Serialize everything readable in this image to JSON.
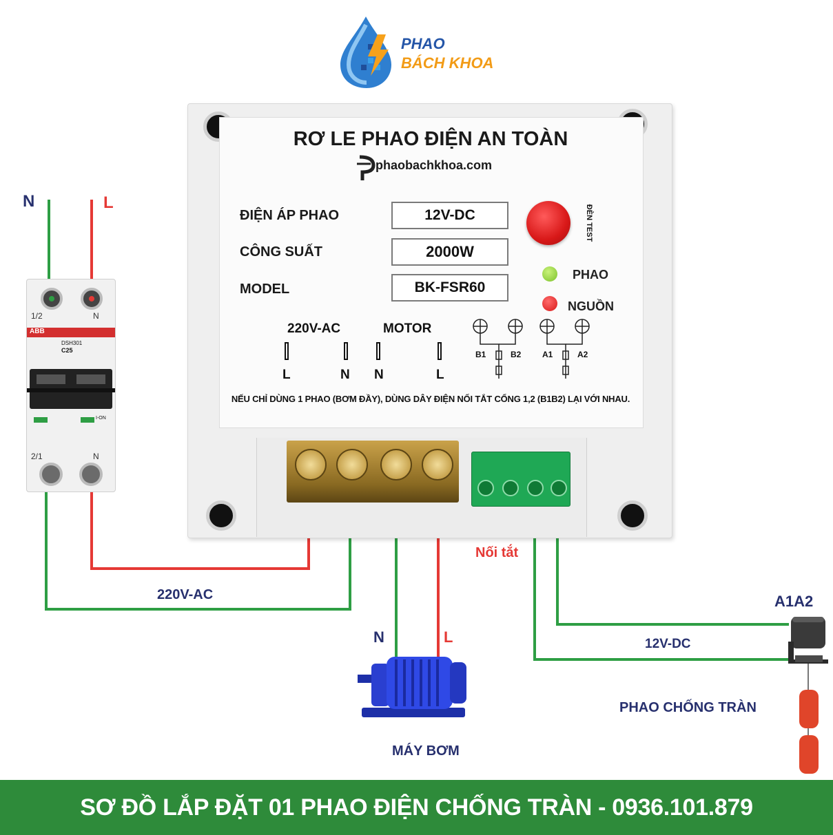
{
  "logo": {
    "line1": "PHAO",
    "line2": "BÁCH KHOA"
  },
  "relay": {
    "title": "RƠ LE PHAO ĐIỆN AN TOÀN",
    "website": "phaobachkhoa.com",
    "specs": [
      {
        "label": "ĐIỆN ÁP PHAO",
        "value": "12V-DC"
      },
      {
        "label": "CÔNG SUẤT",
        "value": "2000W"
      },
      {
        "label": "MODEL",
        "value": "BK-FSR60"
      }
    ],
    "test_label": "ĐÈN TEST",
    "led_phao": "PHAO",
    "led_nguon": "NGUỒN",
    "group_power": "220V-AC",
    "group_motor": "MOTOR",
    "terminals": [
      "L",
      "N",
      "N",
      "L"
    ],
    "float_terminals": [
      "B1",
      "B2",
      "A1",
      "A2"
    ],
    "note": "NẾU CHỈ DÙNG 1 PHAO (BƠM ĐẦY), DÙNG DÂY ĐIỆN NỐI TẮT CỔNG 1,2 (B1B2) LẠI VỚI NHAU."
  },
  "mains": {
    "n_label": "N",
    "l_label": "L"
  },
  "breaker": {
    "brand": "ABB",
    "top_left": "1/2",
    "top_right": "N",
    "bottom_left": "2/1",
    "bottom_right": "N",
    "model": "DSH301",
    "rating": "C25",
    "on_label": "I-ON"
  },
  "wiring": {
    "ac_label": "220V-AC",
    "shorting_label": "Nối tắt",
    "dc_label": "12V-DC"
  },
  "motor": {
    "n_label": "N",
    "l_label": "L",
    "name": "MÁY BƠM"
  },
  "float": {
    "label": "A1A2",
    "name": "PHAO CHỐNG TRÀN"
  },
  "footer": {
    "text": "SƠ ĐỒ LẮP ĐẶT 01 PHAO ĐIỆN CHỐNG TRÀN - 0936.101.879"
  },
  "colors": {
    "neutral_wire": "#2e9e44",
    "live_wire": "#e53935",
    "short_wire": "#2f3bb0",
    "footer_bg": "#2e8b3a",
    "text_navy": "#27306e"
  }
}
